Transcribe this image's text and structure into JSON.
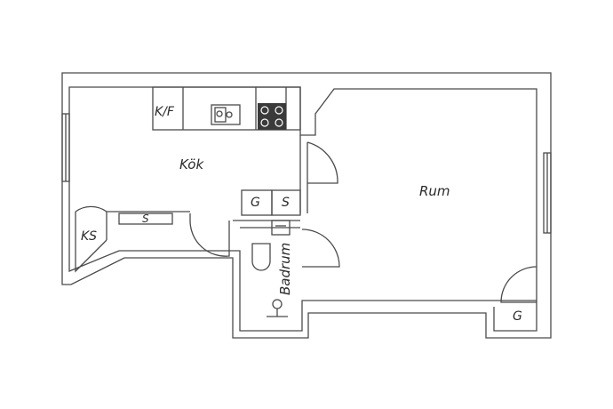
{
  "rooms": {
    "kitchen": "Kök",
    "room": "Rum",
    "bathroom": "Badrum",
    "closet_ks": "KS"
  },
  "fixtures": {
    "fridge_freezer": "K/F",
    "shelf_s_small": "S",
    "wardrobe_g_upper": "G",
    "wardrobe_s_upper": "S",
    "wardrobe_g_room": "G"
  },
  "colors": {
    "wall": "#4a4a4a",
    "text": "#2b2b2b",
    "stove": "#3a3a3a"
  }
}
